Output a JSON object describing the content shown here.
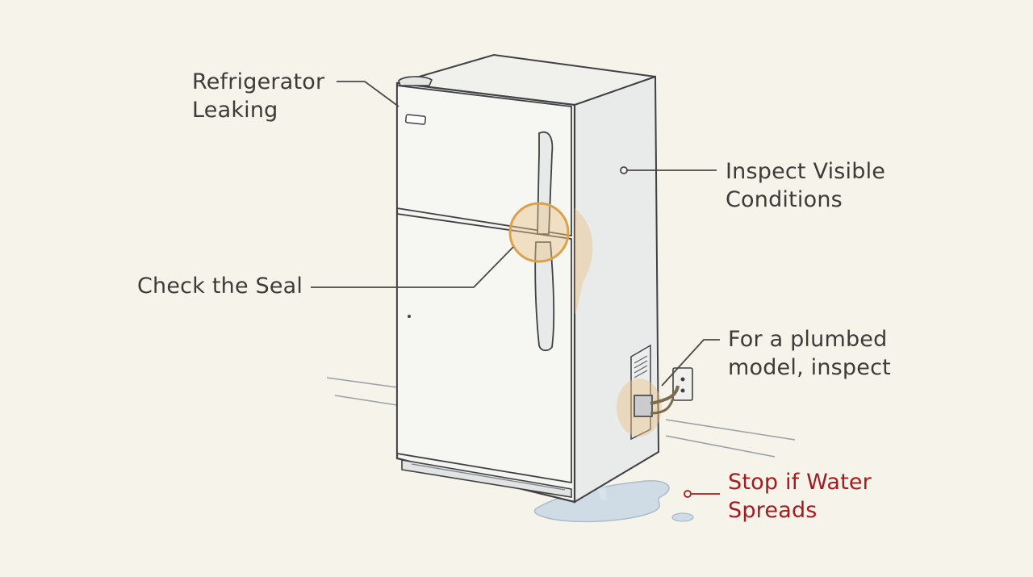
{
  "callouts": {
    "refrigerator_leaking": {
      "line1": "Refrigerator",
      "line2": "Leaking"
    },
    "inspect_visible": {
      "line1": "Inspect Visible",
      "line2": "Conditions"
    },
    "check_seal": {
      "line1": "Check the Seal"
    },
    "plumbed_model": {
      "line1": "For a plumbed",
      "line2": "model, inspect"
    },
    "stop_water": {
      "line1": "Stop if Water",
      "line2": "Spreads"
    }
  },
  "colors": {
    "background": "#f6f3ea",
    "ink": "#3d3b38",
    "alert": "#a31c20",
    "highlight": "#e2b46a",
    "water": "#c9d8e3",
    "fridge_body": "#f4f4f0"
  },
  "icons": {
    "fridge": "refrigerator-illustration",
    "water": "water-puddle-illustration",
    "outlet": "wall-outlet-illustration"
  }
}
